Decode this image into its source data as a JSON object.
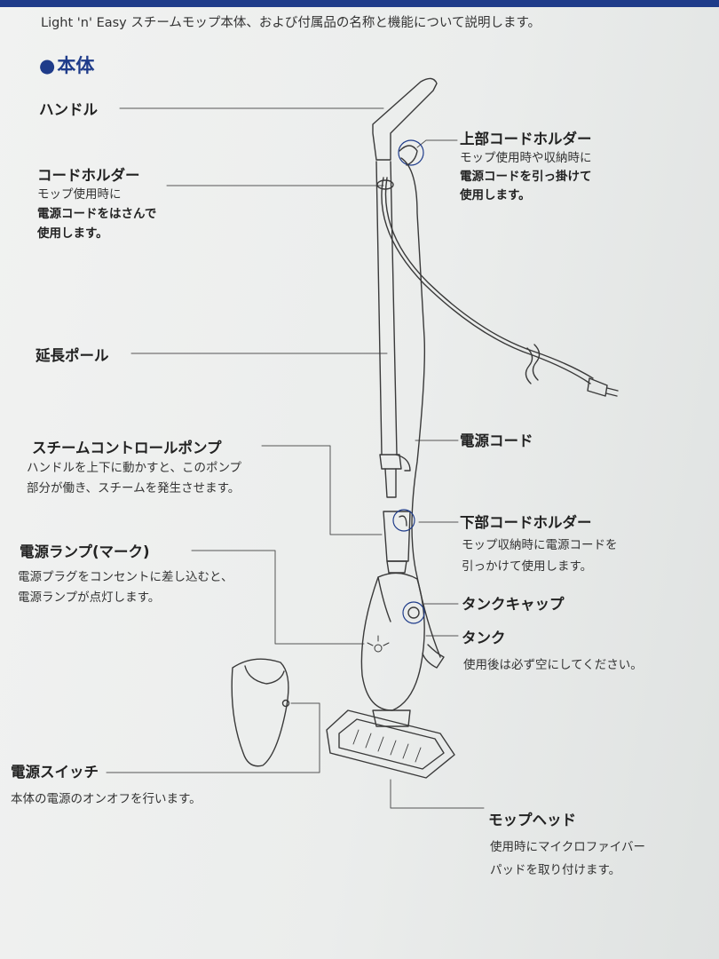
{
  "intro": "Light 'n' Easy スチームモップ本体、および付属品の名称と機能について説明します。",
  "section_title": "本体",
  "parts": {
    "handle": {
      "label": "ハンドル"
    },
    "upper_cord_holder": {
      "label": "上部コードホルダー",
      "desc1": "モップ使用時や収納時に",
      "desc2": "電源コードを引っ掛けて",
      "desc3": "使用します。"
    },
    "cord_holder": {
      "label": "コードホルダー",
      "desc1": "モップ使用時に",
      "desc2": "電源コードをはさんで",
      "desc3": "使用します。"
    },
    "extension_pole": {
      "label": "延長ポール"
    },
    "power_cord": {
      "label": "電源コード"
    },
    "steam_pump": {
      "label": "スチームコントロールポンプ",
      "desc1": "ハンドルを上下に動かすと、このポンプ",
      "desc2": "部分が働き、スチームを発生させます。"
    },
    "lower_cord_holder": {
      "label": "下部コードホルダー",
      "desc1": "モップ収納時に電源コードを",
      "desc2": "引っかけて使用します。"
    },
    "power_lamp": {
      "label": "電源ランプ(マーク)",
      "desc1": "電源プラグをコンセントに差し込むと、",
      "desc2": "電源ランプが点灯します。"
    },
    "tank_cap": {
      "label": "タンクキャップ"
    },
    "tank": {
      "label": "タンク",
      "desc1": "使用後は必ず空にしてください。"
    },
    "power_switch": {
      "label": "電源スイッチ",
      "desc1": "本体の電源のオンオフを行います。"
    },
    "mop_head": {
      "label": "モップヘッド",
      "desc1": "使用時にマイクロファイバー",
      "desc2": "パッドを取り付けます。"
    }
  },
  "colors": {
    "accent": "#1f3c8a",
    "line": "#3a3a3a"
  }
}
